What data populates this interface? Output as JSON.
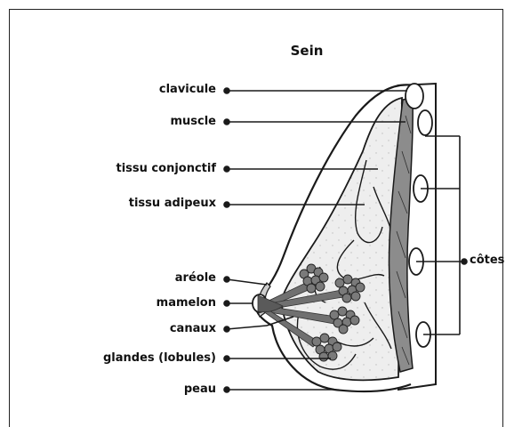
{
  "diagram": {
    "title": "Sein",
    "labels": {
      "clavicule": "clavicule",
      "muscle": "muscle",
      "tissu_conjonctif": "tissu conjonctif",
      "tissu_adipeux": "tissu adipeux",
      "areole": "aréole",
      "mamelon": "mamelon",
      "canaux": "canaux",
      "glandes": "glandes (lobules)",
      "peau": "peau",
      "cotes": "côtes"
    },
    "colors": {
      "outline": "#1a1a1a",
      "fat_tissue": "#eeeeee",
      "muscle_fill": "#8c8c8c",
      "gland_fill": "#6e6e6e",
      "duct_fill": "#707070"
    }
  }
}
